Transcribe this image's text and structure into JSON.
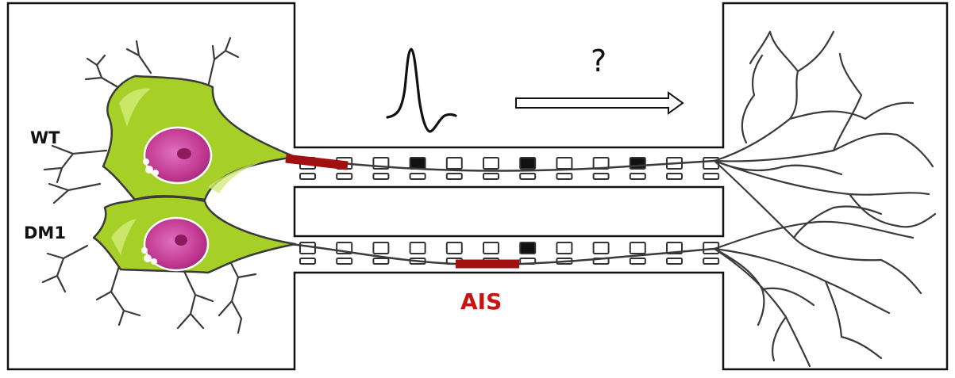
{
  "labels": {
    "wt": "WT",
    "dm1": "DM1",
    "ais": "AIS",
    "question": "?"
  },
  "colors": {
    "soma": "#a6cf28",
    "nucleus": "#c23a92",
    "nucleolus": "#8e1a5e",
    "ais": "#a01010",
    "ais_text": "#cc1111",
    "neurite": "#3a3a3a"
  }
}
